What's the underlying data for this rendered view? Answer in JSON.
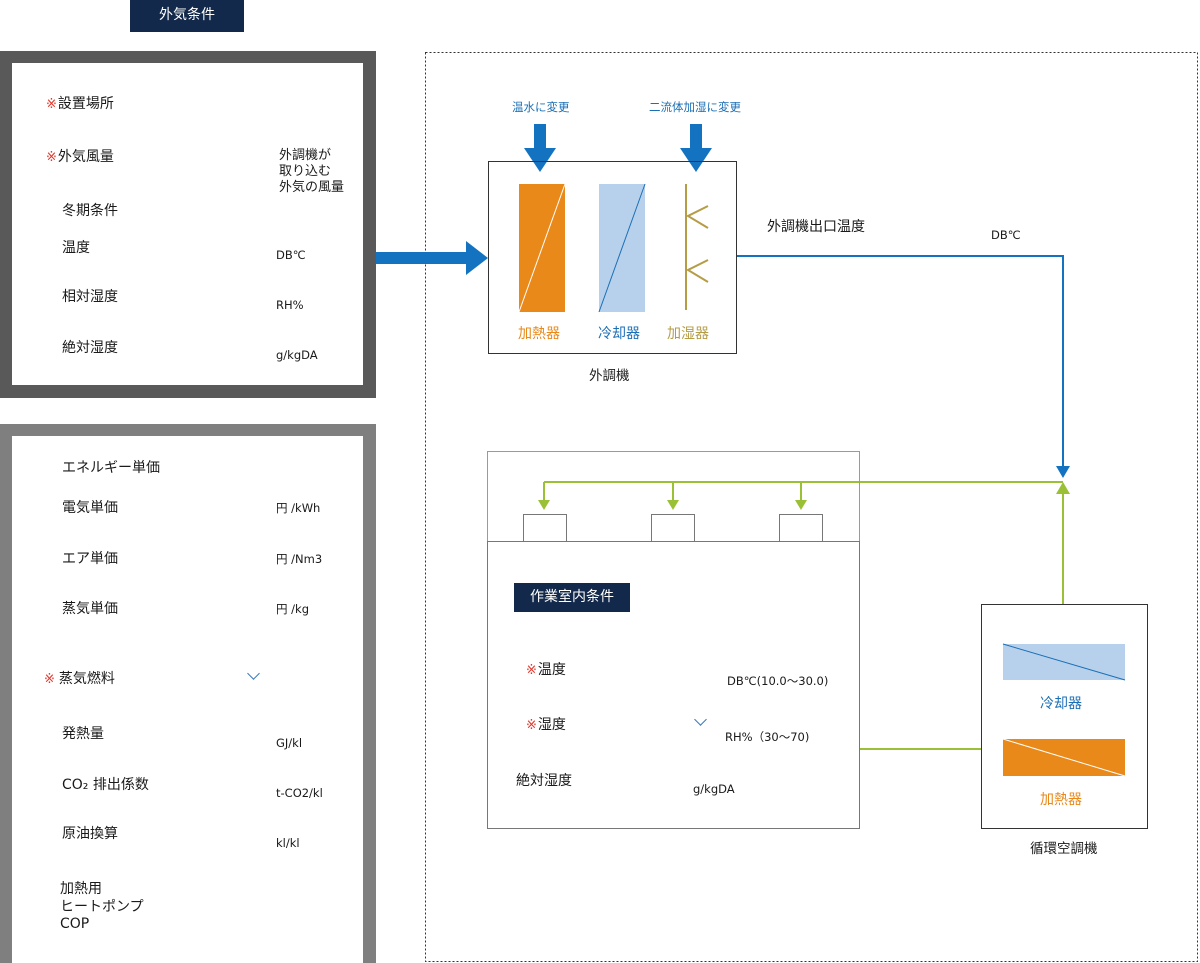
{
  "outdoor": {
    "tab_label": "外気条件",
    "required_mark": "※",
    "location_label": "設置場所",
    "airflow_label": "外気風量",
    "airflow_note": "外調機が\n取り込む\n外気の風量",
    "winter_label": "冬期条件",
    "temp_label": "温度",
    "temp_unit": "DB℃",
    "rh_label": "相対湿度",
    "rh_unit": "RH%",
    "ah_label": "絶対湿度",
    "ah_unit": "g/kgDA"
  },
  "energy": {
    "title": "エネルギー単価",
    "electric_label": "電気単価",
    "electric_unit": "円 /kWh",
    "air_label": "エア単価",
    "air_unit": "円 /Nm3",
    "steam_label": "蒸気単価",
    "steam_unit": "円 /kg",
    "fuel_label": "蒸気燃料",
    "heat_label": "発熱量",
    "heat_unit": "GJ/kl",
    "co2_label": "CO₂ 排出係数",
    "co2_unit": "t-CO2/kl",
    "crude_label": "原油換算",
    "crude_unit": "kl/kl",
    "cop_label": "加熱用\nヒートポンプ\nCOP"
  },
  "oau": {
    "hot_water_change": "温水に変更",
    "two_fluid_change": "二流体加湿に変更",
    "heater_label": "加熱器",
    "cooler_label": "冷却器",
    "humidifier_label": "加湿器",
    "unit_label": "外調機",
    "outlet_temp_label": "外調機出口温度",
    "outlet_temp_unit": "DB℃"
  },
  "room": {
    "tab_label": "作業室内条件",
    "temp_label": "温度",
    "temp_unit": "DB℃(10.0～30.0)",
    "humidity_label": "湿度",
    "humidity_unit": "RH%（30～70)",
    "ah_label": "絶対湿度",
    "ah_unit": "g/kgDA"
  },
  "ahu": {
    "cooler_label": "冷却器",
    "heater_label": "加熱器",
    "unit_label": "循環空調機"
  },
  "colors": {
    "navy": "#13294b",
    "blue": "#1373c0",
    "orange": "#e8891a",
    "light_blue": "#b7d1ec",
    "olive": "#b59c45",
    "green": "#9ac136",
    "required": "#e23a2e"
  }
}
